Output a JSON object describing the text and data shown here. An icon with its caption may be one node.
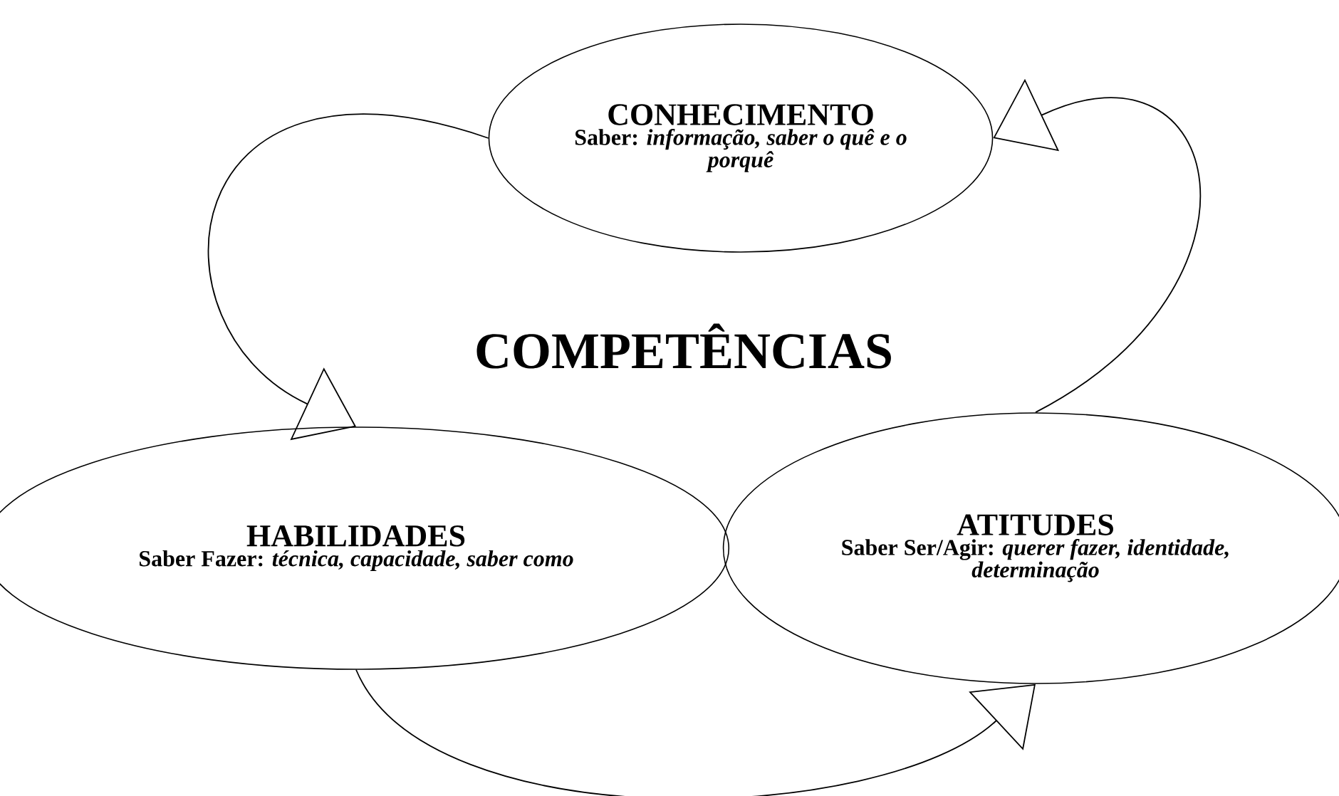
{
  "diagram": {
    "title": "COMPETÊNCIAS",
    "nodes": [
      {
        "text": [
          "CONHECIMENTO",
          "Saber: *informação, saber o quê e o porquê*"
        ]
      },
      {
        "text": [
          "HABILIDADES",
          "Saber Fazer: *técnica, capacidade, saber como*"
        ]
      },
      {
        "text": [
          "ATITUDES",
          "Saber Ser/Agir: *querer fazer, identidade, determinação*"
        ]
      }
    ],
    "edges": [
      {
        "from": 0,
        "to": 1,
        "arrow": "to"
      },
      {
        "from": 1,
        "to": 2,
        "arrow": "to"
      },
      {
        "from": 2,
        "to": 0,
        "arrow": "to"
      }
    ]
  }
}
